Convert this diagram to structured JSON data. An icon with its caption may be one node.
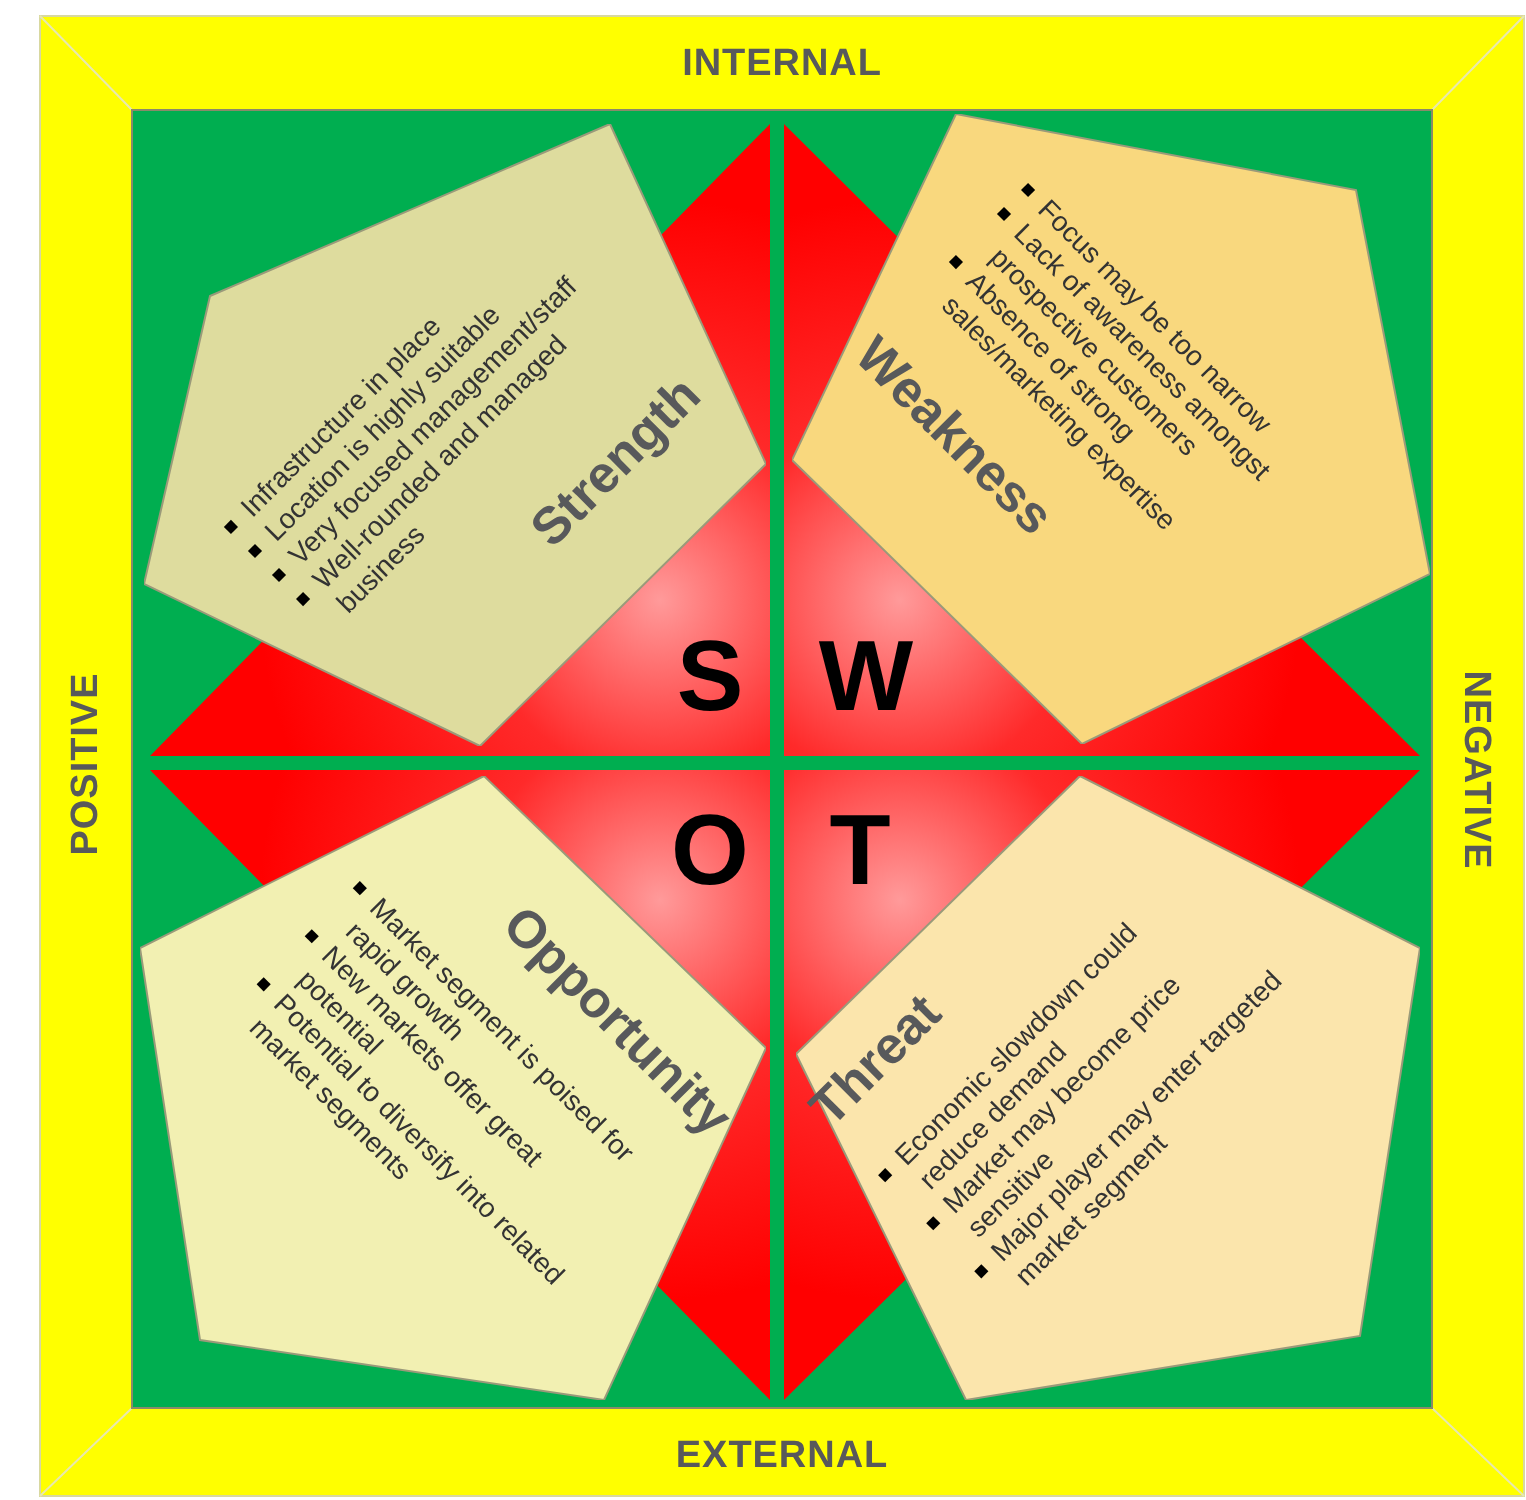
{
  "diagram": {
    "nodes": [
      {
        "text": [
          "Strength",
          "Infrastructure in place",
          "Location is highly suitable",
          "Very focused management/staff",
          "Well-rounded and managed business"
        ]
      },
      {
        "text": [
          "Weakness",
          "Focus may be too narrow",
          "Lack of awareness amongst prospective customers",
          "Absence of strong sales/marketing expertise"
        ]
      },
      {
        "text": [
          "Opportunity",
          "Market segment is poised for rapid growth",
          "New markets offer great potential",
          "Potential to diversify into related market segments"
        ]
      },
      {
        "text": [
          "Threat",
          "Economic slowdown could reduce demand",
          "Market may become price sensitive",
          "Major player may enter targeted market segment"
        ]
      }
    ],
    "labels": [
      "INTERNAL",
      "POSITIVE",
      "NEGATIVE",
      "S",
      "W",
      "O",
      "T",
      "EXTERNAL"
    ]
  }
}
